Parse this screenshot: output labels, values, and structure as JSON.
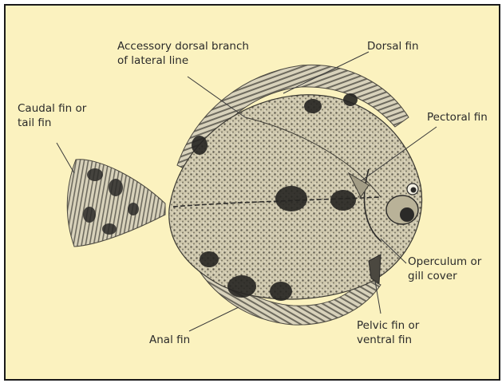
{
  "figure": {
    "colors": {
      "panel_background": "#fbf2bf",
      "panel_border": "#1a1a1a",
      "fish_body": "#c9c2a6",
      "fish_spots": "#2b2a28",
      "label_text": "#2a2a2a",
      "leader_lines": "#3a3a3a"
    },
    "labels": {
      "accessory_dorsal_line1": "Accessory dorsal branch",
      "accessory_dorsal_line2": "of lateral line",
      "dorsal_fin": "Dorsal fin",
      "caudal_fin_line1": "Caudal fin or",
      "caudal_fin_line2": "tail fin",
      "pectoral_fin": "Pectoral fin",
      "operculum_line1": "Operculum or",
      "operculum_line2": "gill cover",
      "anal_fin": "Anal fin",
      "pelvic_fin_line1": "Pelvic fin or",
      "pelvic_fin_line2": "ventral fin"
    }
  }
}
